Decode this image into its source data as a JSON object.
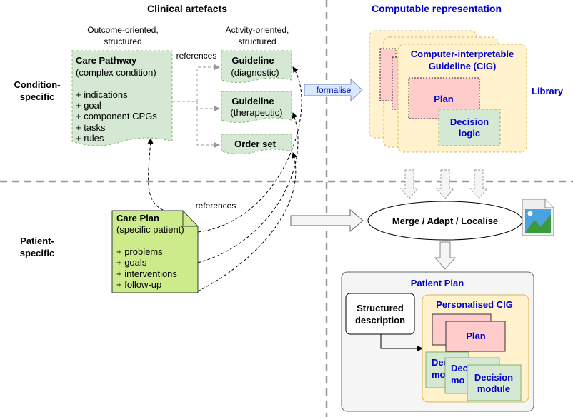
{
  "headers": {
    "clinical": "Clinical artefacts",
    "computable": "Computable representation"
  },
  "columns": {
    "outcome_line1": "Outcome-oriented,",
    "outcome_line2": "structured",
    "activity_line1": "Activity-oriented,",
    "activity_line2": "structured"
  },
  "rows": {
    "condition_line1": "Condition-",
    "condition_line2": "specific",
    "patient_line1": "Patient-",
    "patient_line2": "specific"
  },
  "care_pathway": {
    "title": "Care Pathway",
    "subtitle": "(complex condition)",
    "items": [
      "+ indications",
      "+ goal",
      "+ component CPGs",
      "+ tasks",
      "+ rules"
    ]
  },
  "references_label": "references",
  "guideline_diag": {
    "title": "Guideline",
    "subtitle": "(diagnostic)"
  },
  "guideline_ther": {
    "title": "Guideline",
    "subtitle": "(therapeutic)"
  },
  "order_set": "Order set",
  "formalise": "formalise",
  "cig": {
    "line1": "Computer-interpretable",
    "line2": "Guideline (CIG)",
    "plan": "Plan",
    "decision_line1": "Decision",
    "decision_line2": "logic"
  },
  "library": "Library",
  "care_plan": {
    "title": "Care Plan",
    "subtitle": "(specific patient)",
    "items": [
      "+ problems",
      "+ goals",
      "+ interventions",
      "+ follow-up"
    ]
  },
  "merge": "Merge / Adapt / Localise",
  "patient_plan": {
    "title": "Patient Plan",
    "structured_line1": "Structured",
    "structured_line2": "description",
    "personalised": "Personalised CIG",
    "plan": "Plan",
    "decision_line1": "Decision",
    "decision_line2": "module",
    "partial_1a": "Deci",
    "partial_1b": "mo",
    "partial_2a": "Dec",
    "partial_2b": "mo"
  },
  "colors": {
    "green": "#d5e8d4",
    "green_border": "#82b366",
    "lime": "#cdeb8b",
    "yellow": "#fff2cc",
    "yellow_border": "#d6b656",
    "pink": "#ffcccc",
    "gray_box": "#f5f5f5",
    "blue_text": "#0000cc"
  }
}
